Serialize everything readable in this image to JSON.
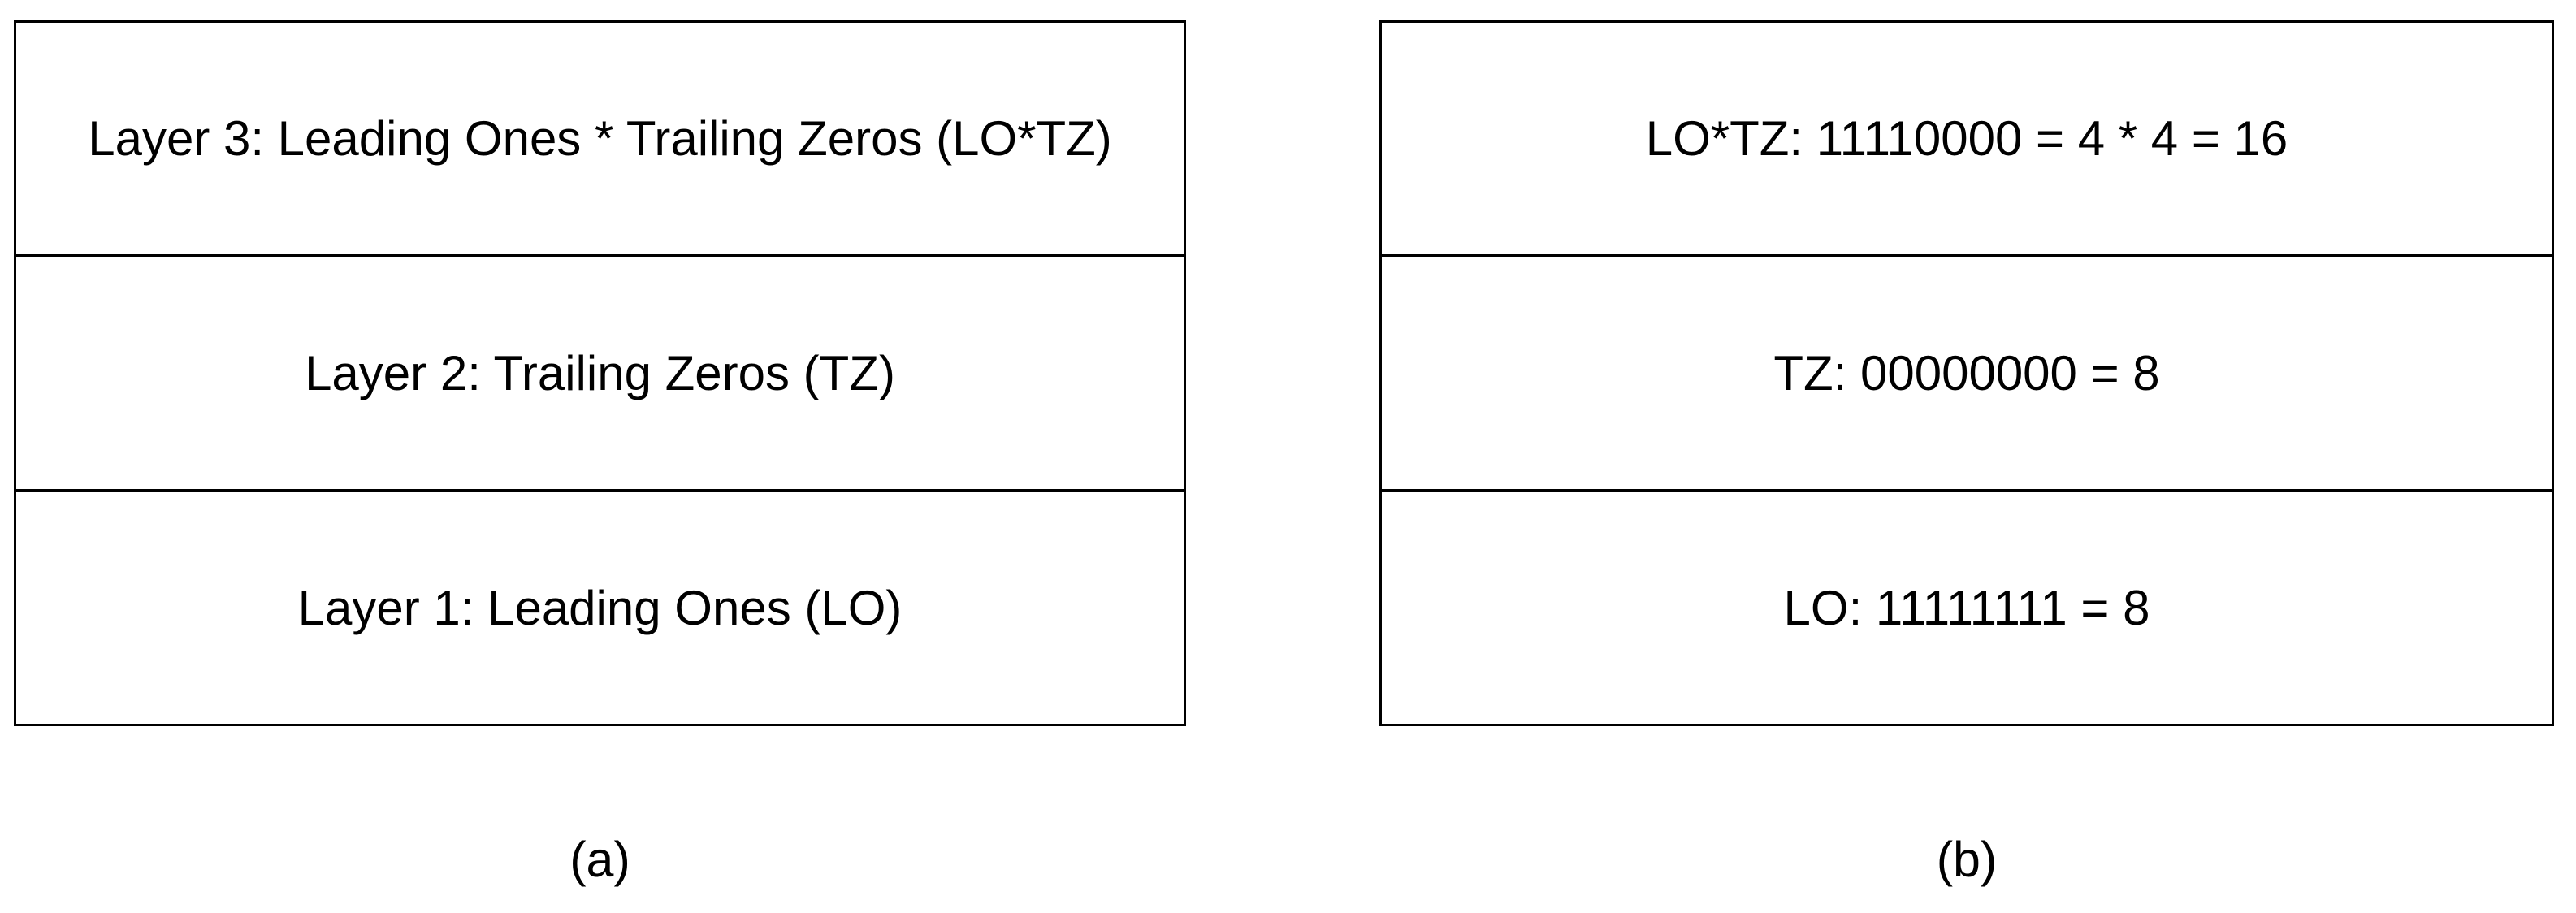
{
  "figure": {
    "panel_a": {
      "caption": "(a)",
      "rows": [
        {
          "label": "Layer 3: Leading Ones * Trailing Zeros (LO*TZ)"
        },
        {
          "label": "Layer 2: Trailing Zeros (TZ)"
        },
        {
          "label": "Layer 1: Leading Ones (LO)"
        }
      ]
    },
    "panel_b": {
      "caption": "(b)",
      "rows": [
        {
          "label": "LO*TZ: 11110000 = 4 * 4 = 16"
        },
        {
          "label": "TZ: 00000000 = 8"
        },
        {
          "label": "LO: 11111111 = 8"
        }
      ]
    },
    "colors": {
      "line": "#000000",
      "text": "#000000",
      "background": "#ffffff"
    }
  }
}
